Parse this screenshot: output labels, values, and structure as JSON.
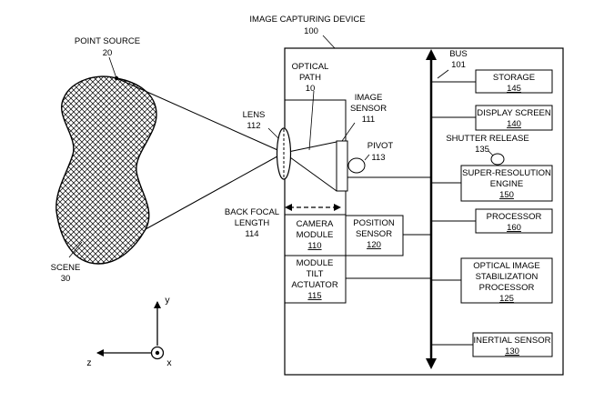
{
  "device": {
    "title": "IMAGE CAPTURING DEVICE",
    "ref": "100"
  },
  "point_source": {
    "label": "POINT SOURCE",
    "ref": "20"
  },
  "scene": {
    "label": "SCENE",
    "ref": "30"
  },
  "optical_path": {
    "line1": "OPTICAL",
    "line2": "PATH",
    "ref": "10"
  },
  "lens": {
    "label": "LENS",
    "ref": "112"
  },
  "image_sensor": {
    "line1": "IMAGE",
    "line2": "SENSOR",
    "ref": "111"
  },
  "pivot": {
    "label": "PIVOT",
    "ref": "113"
  },
  "back_focal_length": {
    "line1": "BACK FOCAL",
    "line2": "LENGTH",
    "ref": "114"
  },
  "camera_module": {
    "line1": "CAMERA",
    "line2": "MODULE",
    "ref": "110"
  },
  "position_sensor": {
    "line1": "POSITION",
    "line2": "SENSOR",
    "ref": "120"
  },
  "tilt_actuator": {
    "line1": "MODULE",
    "line2": "TILT",
    "line3": "ACTUATOR",
    "ref": "115"
  },
  "bus": {
    "label": "BUS",
    "ref": "101"
  },
  "storage": {
    "label": "STORAGE",
    "ref": "145"
  },
  "display_screen": {
    "label": "DISPLAY SCREEN",
    "ref": "140"
  },
  "shutter_release": {
    "label": "SHUTTER RELEASE",
    "ref": "135"
  },
  "super_resolution": {
    "line1": "SUPER-RESOLUTION",
    "line2": "ENGINE",
    "ref": "150"
  },
  "processor": {
    "label": "PROCESSOR",
    "ref": "160"
  },
  "ois_processor": {
    "line1": "OPTICAL IMAGE",
    "line2": "STABILIZATION",
    "line3": "PROCESSOR",
    "ref": "125"
  },
  "inertial_sensor": {
    "label": "INERTIAL SENSOR",
    "ref": "130"
  },
  "axes": {
    "y": "y",
    "z": "z",
    "x": "x"
  }
}
